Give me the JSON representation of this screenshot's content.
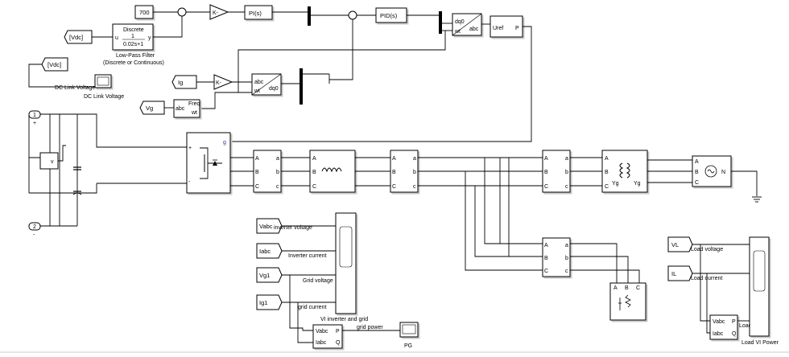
{
  "blocks": {
    "const_700": "700",
    "goto_vdc_top": "[Vdc]",
    "lpf_title": "Discrete",
    "lpf_num": "1",
    "lpf_den": "0.02s+1",
    "lpf_in": "u",
    "lpf_out": "y",
    "lpf_label_1": "Low-Pass Filter",
    "lpf_label_2": "(Discrete or Continuous)",
    "gain_1": "K-",
    "pi_block": "PI(s)",
    "pid_block": "PID(s)",
    "dq0_abc_in1": "dq0",
    "dq0_abc_in2": "wt",
    "dq0_abc_out": "abc",
    "uref_label": "Uref",
    "pwm_out": "P",
    "from_vdc": "[Vdc]",
    "dc_link_label": "DC Link Voltage",
    "dc_scope_label": "DC Link Voltage",
    "ig_tag": "Ig",
    "gain_2": "K-",
    "abc_dq0_in1": "abc",
    "abc_dq0_in2": "wt",
    "abc_dq0_out": "dq0",
    "vg_tag": "Vg",
    "pll_in": "abc",
    "pll_out1": "Freq",
    "pll_out2": "wt",
    "port1_num": "1",
    "port1_sign": "+",
    "port2_num": "2",
    "port2_sign": "-",
    "vm_v": "v",
    "bridge_g": "g",
    "bridge_plus": "+",
    "bridge_minus": "-",
    "abc_a": "A",
    "abc_b": "B",
    "abc_c": "C",
    "abc_la": "a",
    "abc_lb": "b",
    "abc_lc": "c",
    "trafo_y1": "Yg",
    "trafo_y2": "Yg",
    "src_n": "N",
    "vabc_tag": "Vabc",
    "iabc_tag": "Iabc",
    "vg1_tag": "Vg1",
    "ig1_tag": "Ig1",
    "sig_inv_v": "inverter voltage",
    "sig_inv_i": "Inverter current",
    "sig_grid_v": "Grid voltage",
    "sig_grid_i": "grid current",
    "scope_vi_label": "VI inverter and grid",
    "pm_vabc": "Vabc",
    "pm_iabc": "Iabc",
    "pm_p": "P",
    "pm_q": "Q",
    "sig_grid_power": "grid power",
    "pg_label": "PG",
    "vl_tag": "VL",
    "il_tag": "IL",
    "sig_load_v": "Load voltage",
    "sig_load_i": "Load current",
    "sig_load_p": "Load power",
    "load_pm_vabc": "Vabc",
    "load_pm_iabc": "Iabc",
    "load_pm_p": "P",
    "load_pm_q": "Q",
    "load_scope_label": "Load VI Power",
    "load_a": "A",
    "load_b": "B",
    "load_c": "C"
  }
}
